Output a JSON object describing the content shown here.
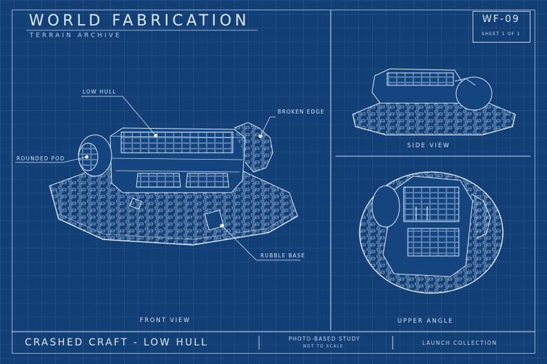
{
  "header": {
    "title": "WORLD FABRICATION",
    "subtitle": "TERRAIN ARCHIVE",
    "tag": "WF-09",
    "sheet": "SHEET 1 OF 1"
  },
  "callouts": {
    "low_hull": "LOW HULL",
    "broken_edge": "BROKEN EDGE",
    "rounded_pod": "ROUNDED POD",
    "rubble_base": "RUBBLE BASE"
  },
  "views": {
    "front": "FRONT VIEW",
    "side": "SIDE VIEW",
    "upper": "UPPER ANGLE"
  },
  "footer": {
    "name": "CRASHED CRAFT - LOW HULL",
    "study": "PHOTO-BASED STUDY",
    "scale": "NOT TO SCALE",
    "collection": "LAUNCH COLLECTION"
  },
  "colors": {
    "background": "#123f75",
    "line": "#dfeaf8"
  }
}
